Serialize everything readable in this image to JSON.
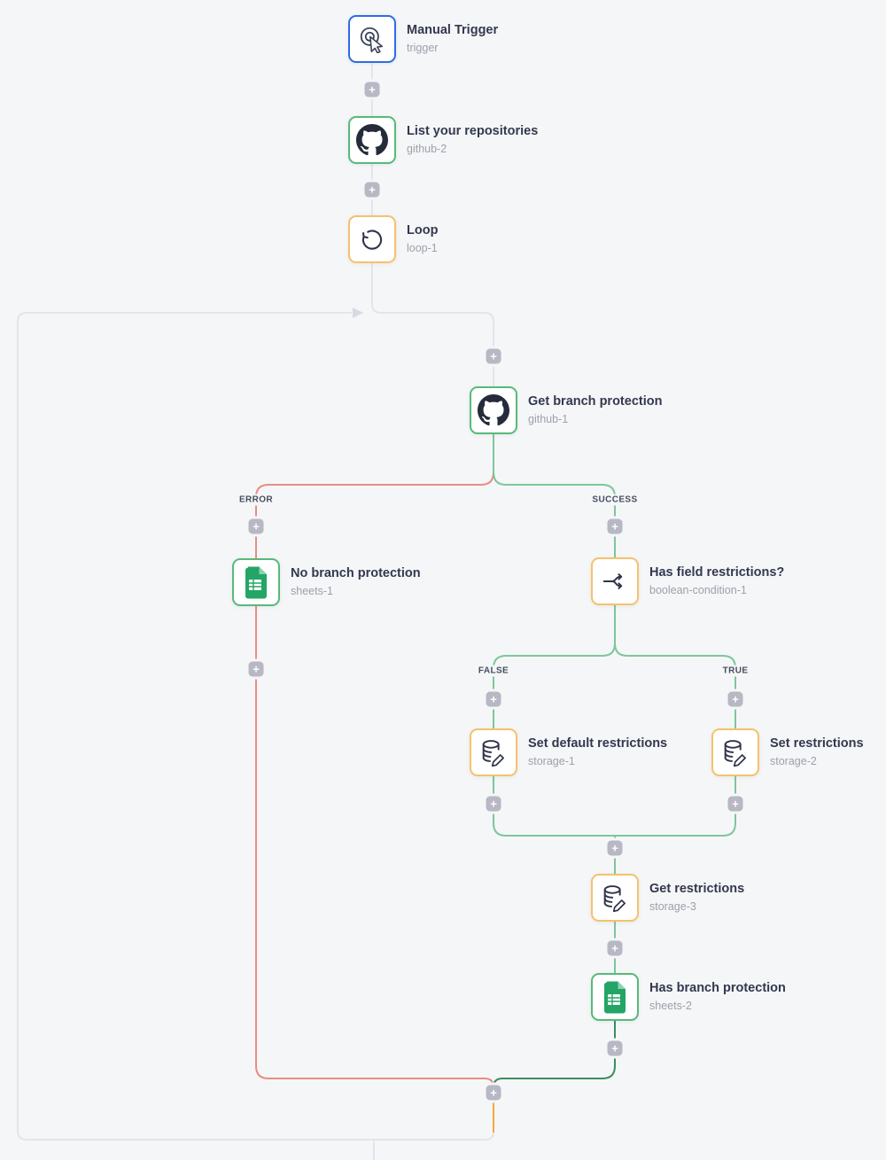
{
  "workflow": {
    "type": "node-based automation canvas",
    "background": "#f5f6f7"
  },
  "icons": {
    "plus": "+"
  },
  "labels": {
    "error": "ERROR",
    "success": "SUCCESS",
    "false": "FALSE",
    "true": "TRUE"
  },
  "nodes": [
    {
      "id": "trigger",
      "title": "Manual Trigger",
      "subtitle": "trigger",
      "icon": "cursor-click-icon",
      "border_color": "#2e6ce5"
    },
    {
      "id": "github-2",
      "title": "List your repositories",
      "subtitle": "github-2",
      "icon": "github-icon",
      "border_color": "#57ba79"
    },
    {
      "id": "loop-1",
      "title": "Loop",
      "subtitle": "loop-1",
      "icon": "loop-icon",
      "border_color": "#f5c26b"
    },
    {
      "id": "github-1",
      "title": "Get branch protection",
      "subtitle": "github-1",
      "icon": "github-icon",
      "border_color": "#57ba79"
    },
    {
      "id": "sheets-1",
      "title": "No branch protection",
      "subtitle": "sheets-1",
      "icon": "google-sheets-icon",
      "border_color": "#57ba79"
    },
    {
      "id": "boolean-condition-1",
      "title": "Has field restrictions?",
      "subtitle": "boolean-condition-1",
      "icon": "branch-split-icon",
      "border_color": "#f5c26b"
    },
    {
      "id": "storage-1",
      "title": "Set default restrictions",
      "subtitle": "storage-1",
      "icon": "database-edit-icon",
      "border_color": "#f5c26b"
    },
    {
      "id": "storage-2",
      "title": "Set restrictions",
      "subtitle": "storage-2",
      "icon": "database-edit-icon",
      "border_color": "#f5c26b"
    },
    {
      "id": "storage-3",
      "title": "Get restrictions",
      "subtitle": "storage-3",
      "icon": "database-edit-icon",
      "border_color": "#f5c26b"
    },
    {
      "id": "sheets-2",
      "title": "Has branch protection",
      "subtitle": "sheets-2",
      "icon": "google-sheets-icon",
      "border_color": "#57ba79"
    }
  ],
  "edge_colors": {
    "default_gray": "#e4e4ec",
    "error_red": "#e98d82",
    "success_green": "#7cc79c",
    "merged_dark_green": "#3a8f60",
    "loop_orange": "#f3a73c"
  }
}
